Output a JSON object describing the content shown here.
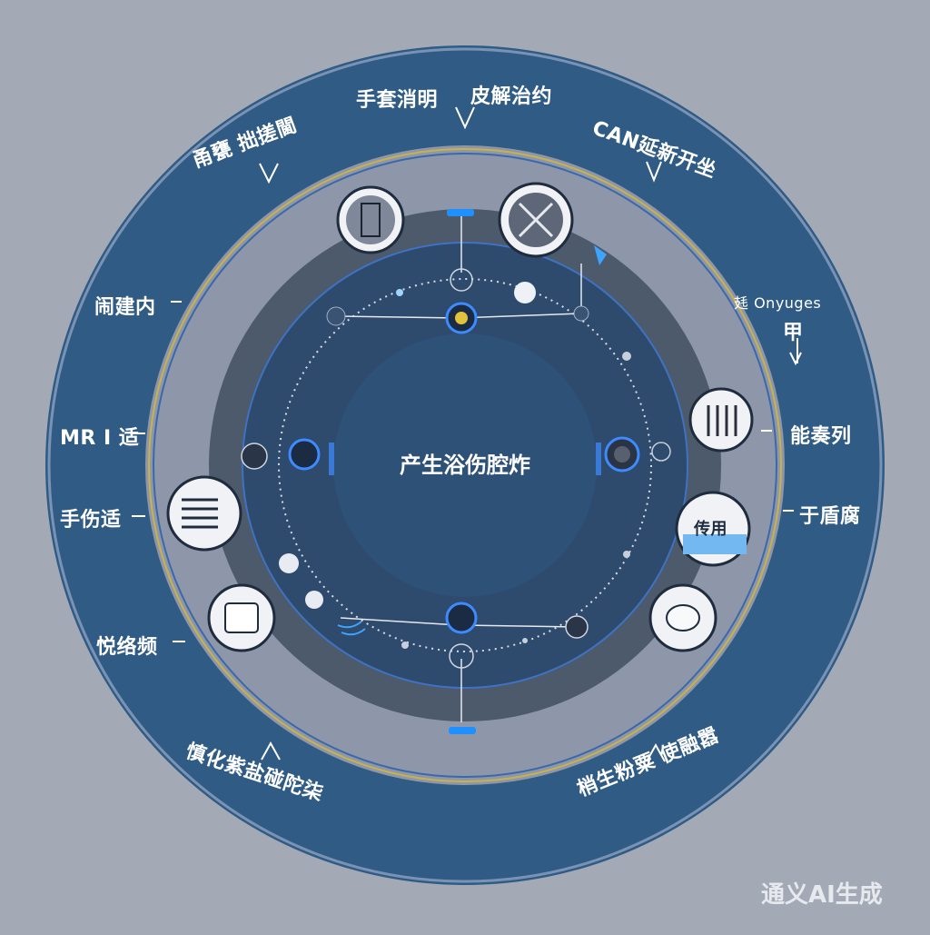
{
  "diagram": {
    "center_label": "产生浴伤腔炸",
    "outer_labels": [
      "手套消明",
      "皮解治约",
      "CAN延新开坐",
      "㲍 Onyuges",
      "甲",
      "能奏列",
      "于盾腐",
      "梢生粉粟 使融嚣",
      "慎化紫盐碰陀柒",
      "悦络频",
      "手伤适",
      "MR I 适",
      "闹建内",
      "甬甕 拙搓閫"
    ],
    "node_badge_text": "传用"
  },
  "watermark": "通义AI生成",
  "colors": {
    "background": "#a4a9b6",
    "outer_ring": "#2f5b84",
    "middle_ring": "#8e97aa",
    "inner_ring": "#4a5a70",
    "core": "#2e5177",
    "accent": "#1e90ff",
    "gold": "#c8b24a"
  }
}
